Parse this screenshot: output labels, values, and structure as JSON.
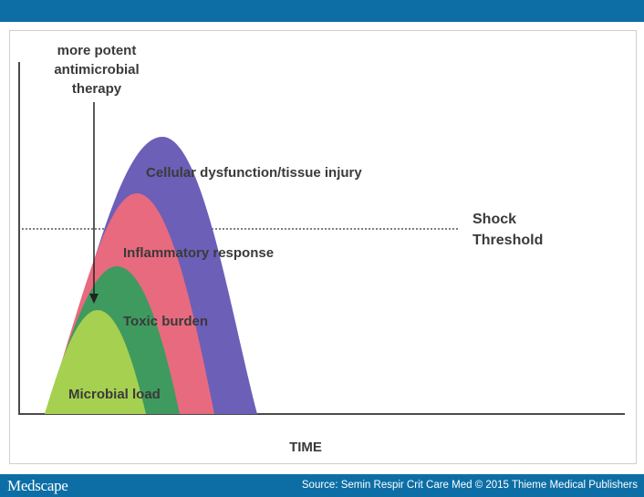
{
  "slide": {
    "annotation": {
      "line1": "more potent",
      "line2": "antimicrobial",
      "line3": "therapy"
    },
    "x_axis_label": "TIME",
    "threshold": {
      "line1": "Shock",
      "line2": "Threshold"
    },
    "layers": [
      {
        "name": "Cellular dysfunction/tissue injury",
        "color": "#6c5fb8"
      },
      {
        "name": "Inflammatory response",
        "color": "#e86a7e"
      },
      {
        "name": "Toxic burden",
        "color": "#3e9a5f"
      },
      {
        "name": "Microbial load",
        "color": "#a6d050"
      }
    ]
  },
  "footer": {
    "logo": "Medscape",
    "source": "Source: Semin Respir Crit Care Med © 2015 Thieme Medical Publishers"
  },
  "colors": {
    "brand_bar": "#0d6ea6"
  }
}
